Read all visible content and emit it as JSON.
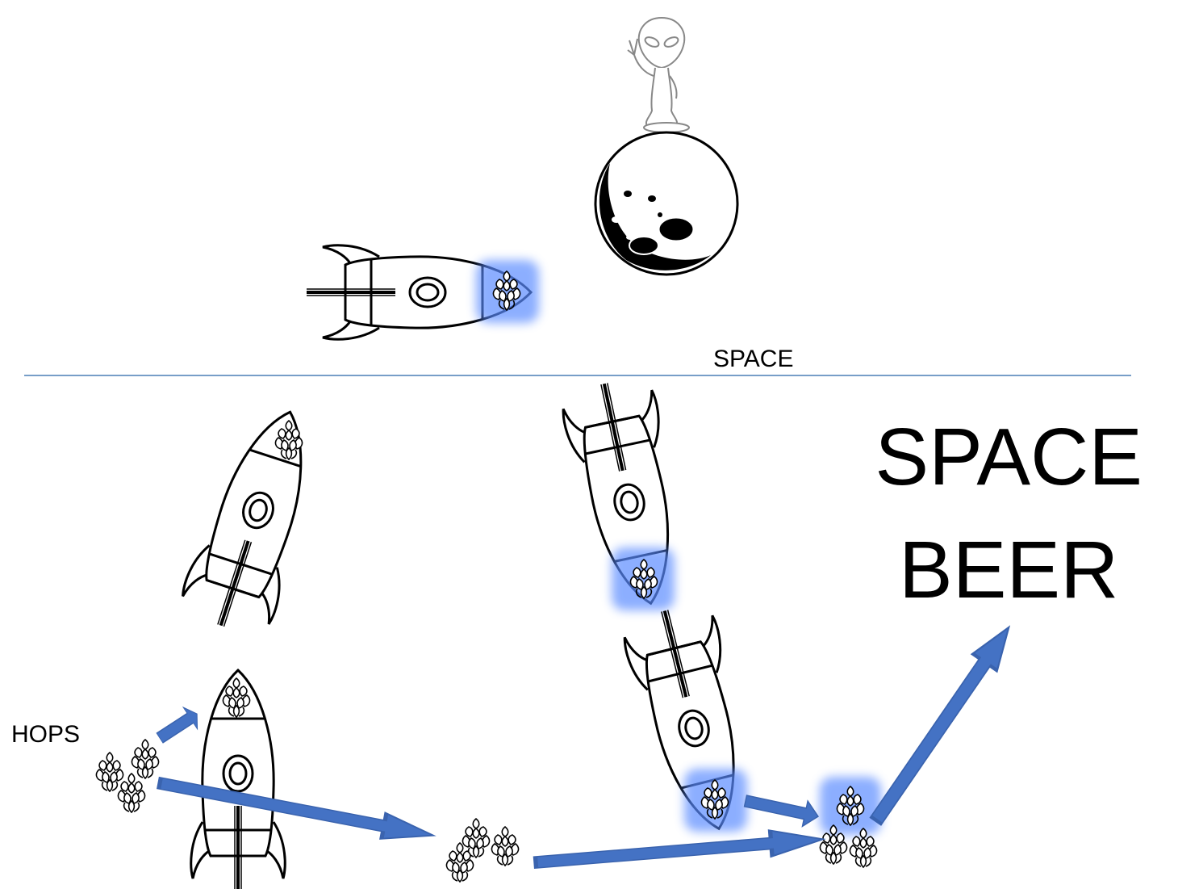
{
  "labels": {
    "space_divider": "SPACE",
    "hops": "HOPS",
    "title_line1": "SPACE",
    "title_line2": "BEER"
  },
  "icons": [
    "alien-icon",
    "moon-icon",
    "rocket-icon",
    "hop-cone-icon",
    "arrow-icon"
  ],
  "colors": {
    "arrow": "#4472C4",
    "glow": "#5B8CFF",
    "divider": "#4A7FB5",
    "outline": "#000000"
  }
}
